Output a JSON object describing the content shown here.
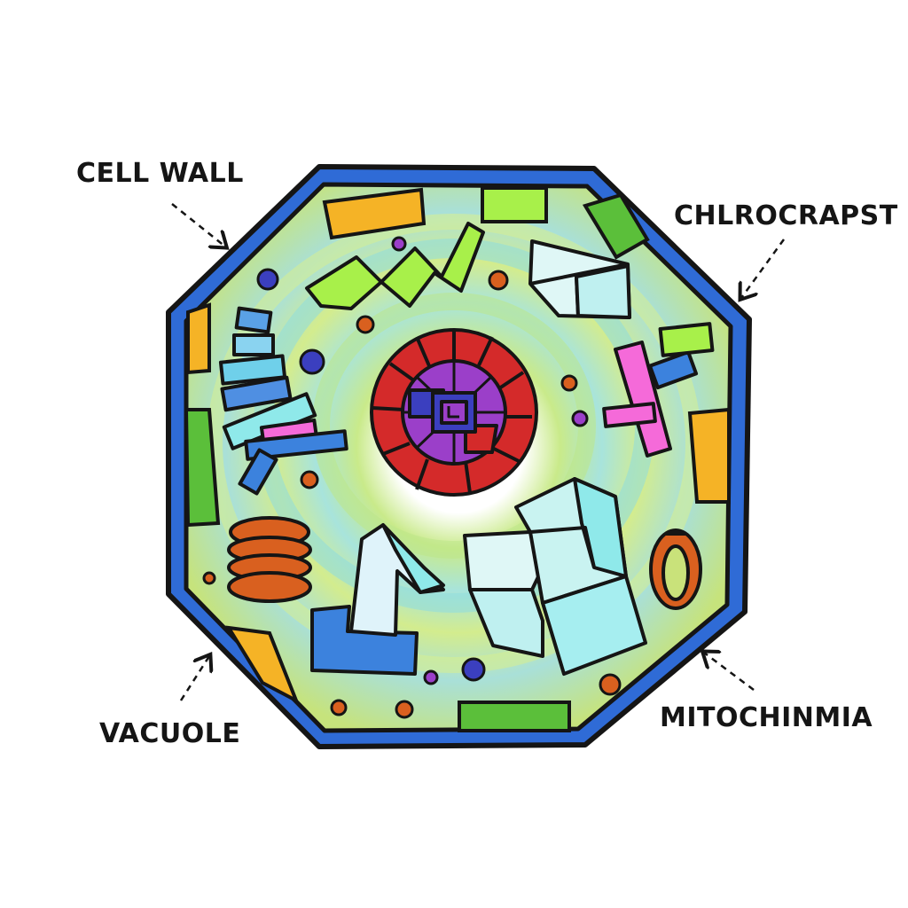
{
  "labels": {
    "cell_wall": "CELL WALL",
    "chloroplast": "CHLROCRAPST",
    "vacuole": "VACUOLE",
    "mitochondria": "MITOCHINMIA"
  },
  "colors": {
    "cell_wall": "#2f6bd6",
    "cytoplasm": "#c8e27a",
    "cytoplasm_swirl": "#9fe0e6",
    "nucleus_outer": "#d42a2a",
    "nucleus_inner": "#9b3fc9",
    "nucleus_core": "#3b3fbf",
    "outline": "#151515",
    "orange_organelle": "#d9601f",
    "pink_organelle": "#f56ad9",
    "lime_organelle": "#a8f04a",
    "yellow_organelle": "#f5b326",
    "green_organelle": "#5bbf3a",
    "cyan_organelle": "#8fe9ea",
    "blue_organelle": "#3c82dd"
  },
  "icons": [
    "dashed-arrow-icon"
  ]
}
